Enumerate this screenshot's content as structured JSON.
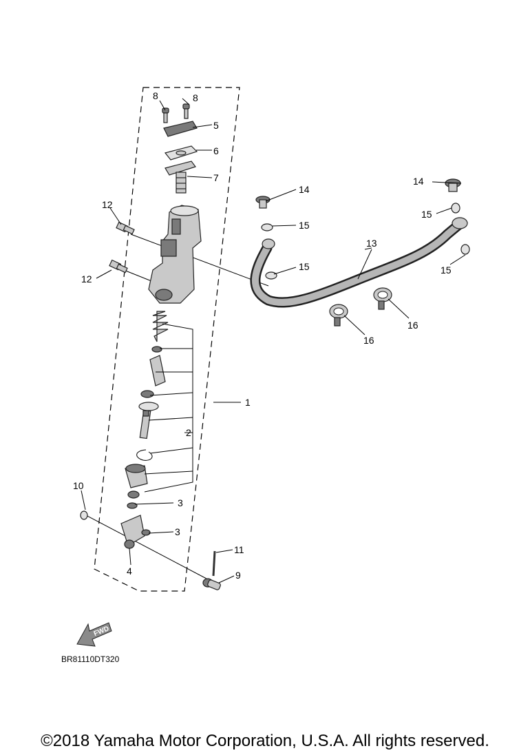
{
  "diagram": {
    "callouts": {
      "c1": "1",
      "c2": "2",
      "c3a": "3",
      "c3b": "3",
      "c4": "4",
      "c5": "5",
      "c6": "6",
      "c7": "7",
      "c8a": "8",
      "c8b": "8",
      "c9": "9",
      "c10": "10",
      "c11": "11",
      "c12a": "12",
      "c12b": "12",
      "c13": "13",
      "c14a": "14",
      "c14b": "14",
      "c15a": "15",
      "c15b": "15",
      "c15c": "15",
      "c15d": "15",
      "c16a": "16",
      "c16b": "16"
    },
    "fwd_label": "FWD",
    "diagram_code": "BR81110DT320"
  },
  "footer": {
    "copyright": "©2018 Yamaha Motor Corporation, U.S.A. All rights reserved."
  },
  "icons": [
    "fwd-arrow-icon"
  ]
}
